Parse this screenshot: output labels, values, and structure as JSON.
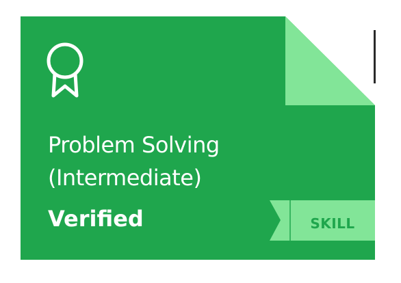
{
  "badge": {
    "icon": "award-ribbon-icon",
    "title_line_1": "Problem Solving",
    "title_line_2": "(Intermediate)",
    "status": "Verified",
    "tag": "SKILL"
  },
  "colors": {
    "card_green": "#1fa64d",
    "fold_light_green": "#82e598",
    "text_white": "#ffffff"
  }
}
